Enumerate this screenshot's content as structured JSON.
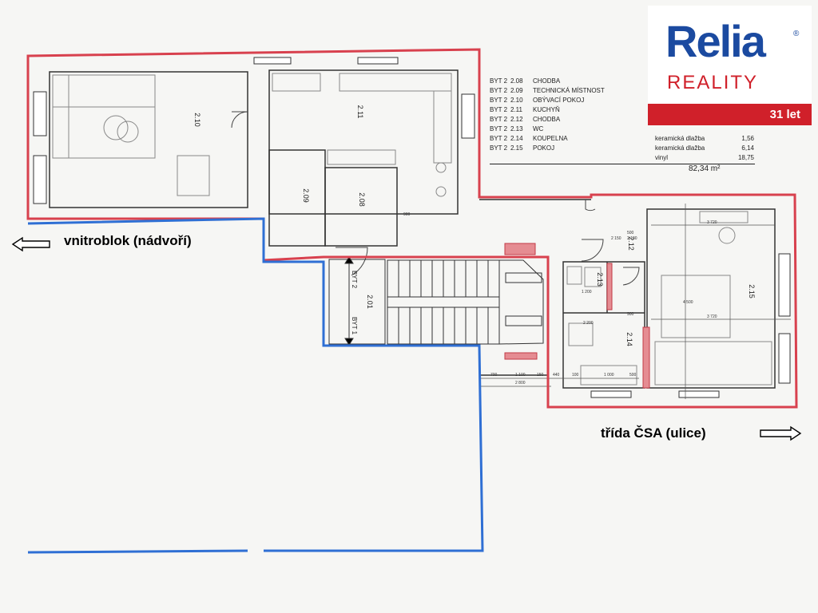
{
  "rooms": {
    "r210": "2.10",
    "r211": "2.11",
    "r209": "2.09",
    "r208": "2.08",
    "r212": "2.12",
    "r213": "2.13",
    "r214": "2.14",
    "r215": "2.15",
    "r201": "2.01"
  },
  "stair_labels": {
    "byt2": "BYT 2",
    "byt1": "BYT 1"
  },
  "labels": {
    "courtyard": "vnitroblok (nádvoří)",
    "street": "třída ČSA (ulice)"
  },
  "legend": [
    {
      "unit": "BYT 2",
      "code": "2.08",
      "name": "CHODBA"
    },
    {
      "unit": "BYT 2",
      "code": "2.09",
      "name": "TECHNICKÁ MÍSTNOST"
    },
    {
      "unit": "BYT 2",
      "code": "2.10",
      "name": "OBÝVACÍ POKOJ"
    },
    {
      "unit": "BYT 2",
      "code": "2.11",
      "name": "KUCHYŇ"
    },
    {
      "unit": "BYT 2",
      "code": "2.12",
      "name": "CHODBA"
    },
    {
      "unit": "BYT 2",
      "code": "2.13",
      "name": "WC"
    },
    {
      "unit": "BYT 2",
      "code": "2.14",
      "name": "KOUPELNA"
    },
    {
      "unit": "BYT 2",
      "code": "2.15",
      "name": "POKOJ"
    }
  ],
  "legend_ext": [
    {
      "material": "keramická dlažba",
      "area": "1,56"
    },
    {
      "material": "keramická dlažba",
      "area": "6,14"
    },
    {
      "material": "vinyl",
      "area": "18,75"
    }
  ],
  "total_area": "82,34 m²",
  "dimensions": {
    "d1": "700",
    "d2": "1 100",
    "d3": "150",
    "d4": "440",
    "d5": "100",
    "d6": "1 000",
    "d7": "500",
    "d8": "2 800",
    "d9": "3 720",
    "d10": "3 720",
    "d11": "4 500",
    "d12": "2 200",
    "d13": "1 200",
    "d14": "900",
    "d15": "2 100",
    "d16": "500",
    "d17": "2 150",
    "d18": "900"
  },
  "logo": {
    "brand": "Relia",
    "reg": "®",
    "sub": "REALITY",
    "years": "31 let"
  },
  "colors": {
    "red": "#d8414e",
    "blue": "#2f6fd4",
    "brand_blue": "#1b4aa0",
    "brand_red": "#d0202a"
  }
}
